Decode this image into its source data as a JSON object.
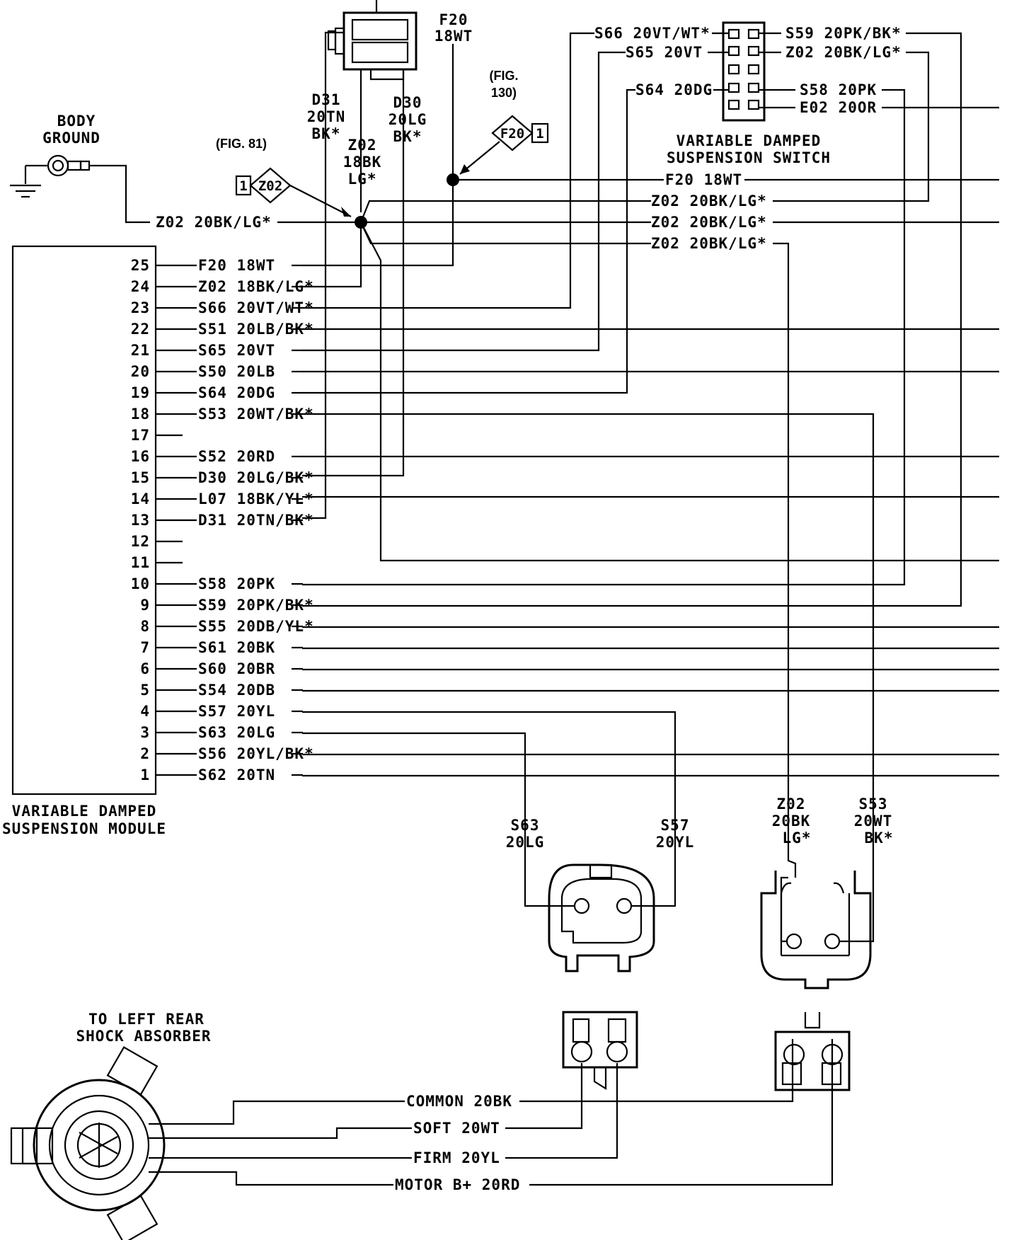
{
  "module": {
    "title_line1": "VARIABLE DAMPED",
    "title_line2": "SUSPENSION MODULE",
    "pins": [
      {
        "num": "25",
        "label": "F20 18WT"
      },
      {
        "num": "24",
        "label": "Z02 18BK/LG*"
      },
      {
        "num": "23",
        "label": "S66 20VT/WT*"
      },
      {
        "num": "22",
        "label": "S51 20LB/BK*"
      },
      {
        "num": "21",
        "label": "S65 20VT"
      },
      {
        "num": "20",
        "label": "S50 20LB"
      },
      {
        "num": "19",
        "label": "S64 20DG"
      },
      {
        "num": "18",
        "label": "S53 20WT/BK*"
      },
      {
        "num": "17",
        "label": ""
      },
      {
        "num": "16",
        "label": "S52 20RD"
      },
      {
        "num": "15",
        "label": "D30 20LG/BK*"
      },
      {
        "num": "14",
        "label": "L07 18BK/YL*"
      },
      {
        "num": "13",
        "label": "D31 20TN/BK*"
      },
      {
        "num": "12",
        "label": ""
      },
      {
        "num": "11",
        "label": ""
      },
      {
        "num": "10",
        "label": "S58 20PK"
      },
      {
        "num": "9",
        "label": "S59 20PK/BK*"
      },
      {
        "num": "8",
        "label": "S55 20DB/YL*"
      },
      {
        "num": "7",
        "label": "S61 20BK"
      },
      {
        "num": "6",
        "label": "S60 20BR"
      },
      {
        "num": "5",
        "label": "S54 20DB"
      },
      {
        "num": "4",
        "label": "S57 20YL"
      },
      {
        "num": "3",
        "label": "S63 20LG"
      },
      {
        "num": "2",
        "label": "S56 20YL/BK*"
      },
      {
        "num": "1",
        "label": "S62 20TN"
      }
    ]
  },
  "body_ground": {
    "line1": "BODY",
    "line2": "GROUND",
    "wire": "Z02 20BK/LG*"
  },
  "top_connector": {
    "d31": [
      "D31",
      "20TN",
      "BK*"
    ],
    "z02": [
      "Z02",
      "18BK",
      "LG*"
    ],
    "d30": [
      "D30",
      "20LG",
      "BK*"
    ],
    "f20": [
      "F20",
      "18WT"
    ]
  },
  "fig81": {
    "ref": "(FIG. 81)",
    "num": "1",
    "code": "Z02"
  },
  "fig130": {
    "ref1": "(FIG.",
    "ref2": "130)",
    "code": "F20",
    "num": "1"
  },
  "switch": {
    "title_line1": "VARIABLE DAMPED",
    "title_line2": "SUSPENSION SWITCH",
    "left": [
      "S66 20VT/WT*",
      "S65 20VT",
      "S64 20DG"
    ],
    "right": [
      "S59 20PK/BK*",
      "Z02 20BK/LG*",
      "S58 20PK",
      "E02 20OR"
    ]
  },
  "mid_wires": [
    "F20 18WT",
    "Z02 20BK/LG*",
    "Z02 20BK/LG*",
    "Z02 20BK/LG*"
  ],
  "bottom_conn_left": {
    "a": [
      "S63",
      "20LG"
    ],
    "b": [
      "S57",
      "20YL"
    ]
  },
  "bottom_conn_right": {
    "a": [
      "Z02",
      "20BK",
      "LG*"
    ],
    "b": [
      "S53",
      "20WT",
      "BK*"
    ]
  },
  "shock": {
    "title_line1": "TO LEFT REAR",
    "title_line2": "SHOCK ABSORBER",
    "wires": [
      "COMMON 20BK",
      "SOFT 20WT",
      "FIRM 20YL",
      "MOTOR B+ 20RD"
    ]
  }
}
